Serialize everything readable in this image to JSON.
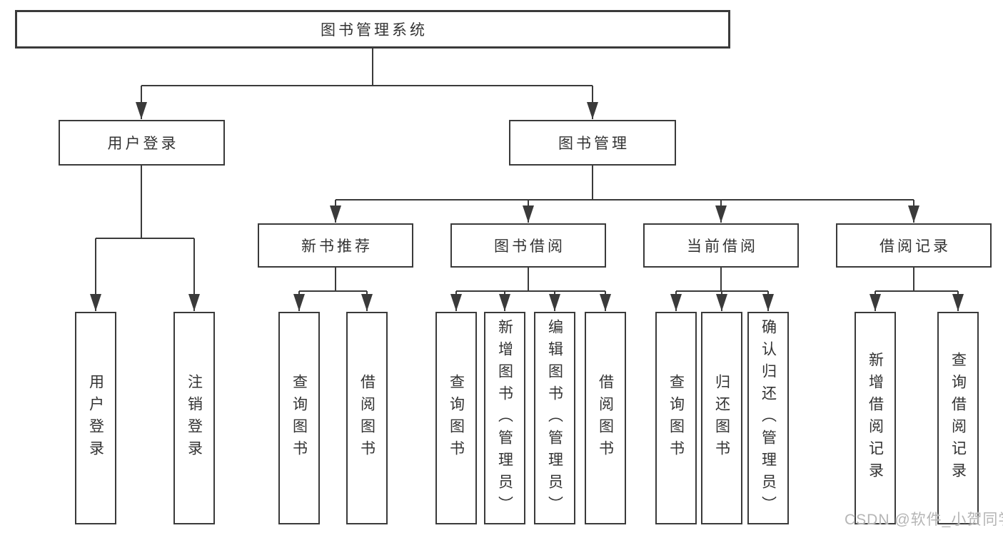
{
  "diagram_title": "图书管理系统",
  "nodes": {
    "root": {
      "label": "图书管理系统"
    },
    "user_login": {
      "label": "用户登录"
    },
    "book_mgmt": {
      "label": "图书管理"
    },
    "new_book_rec": {
      "label": "新书推荐"
    },
    "book_borrow": {
      "label": "图书借阅"
    },
    "current_borrow": {
      "label": "当前借阅"
    },
    "borrow_records": {
      "label": "借阅记录"
    },
    "leaf_user_login": {
      "label": "用户登录"
    },
    "leaf_logout": {
      "label": "注销登录"
    },
    "leaf_query_book_1": {
      "label": "查询图书"
    },
    "leaf_borrow_book_1": {
      "label": "借阅图书"
    },
    "leaf_query_book_2": {
      "label": "查询图书"
    },
    "leaf_add_book": {
      "label": "新增图书（管理员）"
    },
    "leaf_edit_book": {
      "label": "编辑图书（管理员）"
    },
    "leaf_borrow_book_2": {
      "label": "借阅图书"
    },
    "leaf_query_book_3": {
      "label": "查询图书"
    },
    "leaf_return_book": {
      "label": "归还图书"
    },
    "leaf_confirm_return": {
      "label": "确认归还（管理员）"
    },
    "leaf_add_borrow_record": {
      "label": "新增借阅记录"
    },
    "leaf_query_borrow_record": {
      "label": "查询借阅记录"
    }
  },
  "hierarchy": {
    "图书管理系统": {
      "用户登录": [
        "用户登录",
        "注销登录"
      ],
      "图书管理": {
        "新书推荐": [
          "查询图书",
          "借阅图书"
        ],
        "图书借阅": [
          "查询图书",
          "新增图书（管理员）",
          "编辑图书（管理员）",
          "借阅图书"
        ],
        "当前借阅": [
          "查询图书",
          "归还图书",
          "确认归还（管理员）"
        ],
        "借阅记录": [
          "新增借阅记录",
          "查询借阅记录"
        ]
      }
    }
  },
  "watermark": {
    "text": "CSDN @软件_小贺同学"
  },
  "colors": {
    "line": "#3a3a3a",
    "box_border": "#3a3a3a",
    "text": "#333333",
    "watermark": "#b5b5b5",
    "background": "#ffffff"
  }
}
